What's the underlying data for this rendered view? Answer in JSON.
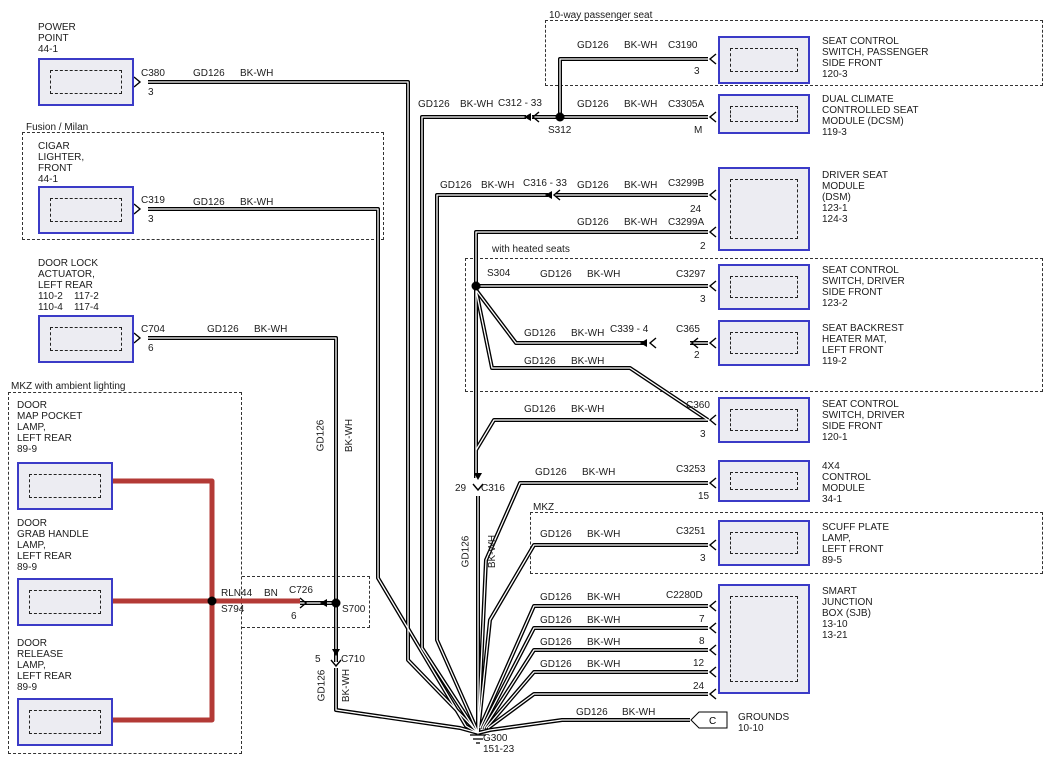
{
  "regions": {
    "passenger_seat": "10-way passenger seat",
    "fusion_milan": "Fusion / Milan",
    "heated_seats": "with heated seats",
    "mkz_ambient": "MKZ with ambient lighting",
    "mkz": "MKZ"
  },
  "components": {
    "power_point": "POWER\nPOINT\n44-1",
    "cigar_lighter": "CIGAR\nLIGHTER,\nFRONT\n44-1",
    "door_lock_actuator": "DOOR LOCK\nACTUATOR,\nLEFT REAR\n110-2    117-2\n110-4    117-4",
    "door_map_pocket_lamp": "DOOR\nMAP POCKET\nLAMP,\nLEFT REAR\n89-9",
    "door_grab_handle_lamp": "DOOR\nGRAB HANDLE\nLAMP,\nLEFT REAR\n89-9",
    "door_release_lamp": "DOOR\nRELEASE\nLAMP,\nLEFT REAR\n89-9",
    "seat_switch_passenger": "SEAT CONTROL\nSWITCH, PASSENGER\nSIDE FRONT\n120-3",
    "dcsm": "DUAL CLIMATE\nCONTROLLED SEAT\nMODULE (DCSM)\n119-3",
    "dsm": "DRIVER SEAT\nMODULE\n(DSM)\n123-1\n124-3",
    "seat_switch_driver_1": "SEAT CONTROL\nSWITCH, DRIVER\nSIDE FRONT\n123-2",
    "seat_backrest_heater": "SEAT BACKREST\nHEATER MAT,\nLEFT FRONT\n119-2",
    "seat_switch_driver_2": "SEAT CONTROL\nSWITCH, DRIVER\nSIDE FRONT\n120-1",
    "control_4x4": "4X4\nCONTROL\nMODULE\n34-1",
    "scuff_plate_lamp": "SCUFF PLATE\nLAMP,\nLEFT FRONT\n89-5",
    "sjb": "SMART\nJUNCTION\nBOX (SJB)\n13-10\n13-21",
    "grounds": "GROUNDS\n10-10"
  },
  "ground_tag": "C",
  "wire": {
    "circuit": "GD126",
    "color": "BK-WH",
    "rln_circuit": "RLN44",
    "rln_color": "BN"
  },
  "connectors": {
    "c380": "C380",
    "c380_pin": "3",
    "c319": "C319",
    "c319_pin": "3",
    "c704": "C704",
    "c704_pin": "6",
    "c3190": "C3190",
    "c3190_pin": "3",
    "c312_33": "C312 - 33",
    "c3305a": "C3305A",
    "c3305a_pin": "M",
    "c316_33": "C316 - 33",
    "c3299b": "C3299B",
    "c3299b_pin": "24",
    "c3299a": "C3299A",
    "c3299a_pin": "2",
    "c3297": "C3297",
    "c3297_pin": "3",
    "c339_4": "C339 - 4",
    "c365": "C365",
    "c365_pin": "2",
    "c360": "C360",
    "c360_pin": "3",
    "c3253": "C3253",
    "c3253_pin": "15",
    "c3251": "C3251",
    "c3251_pin": "3",
    "c2280d": "C2280D",
    "sjb_pins": [
      "7",
      "8",
      "12",
      "24"
    ],
    "c316": "C316",
    "c316_pin": "29",
    "c726": "C726",
    "c726_pin": "6",
    "c710": "C710",
    "c710_pin": "5"
  },
  "splices": {
    "s312": "S312",
    "s304": "S304",
    "s700": "S700",
    "s794": "S794"
  },
  "ground": {
    "name": "G300",
    "ref": "151-23"
  }
}
